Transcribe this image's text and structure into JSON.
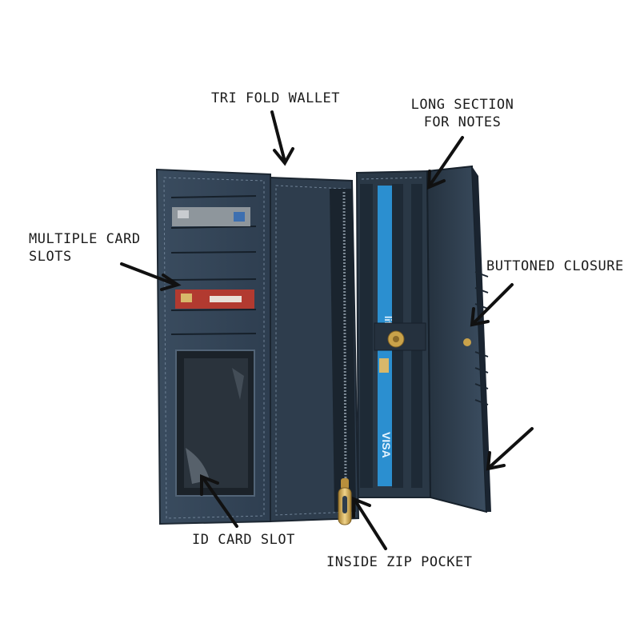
{
  "labels": {
    "tri_fold": "TRI FOLD WALLET",
    "long_section_1": "LONG SECTION",
    "long_section_2": "FOR NOTES",
    "multiple_card_1": "MULTIPLE CARD",
    "multiple_card_2": "SLOTS",
    "buttoned_closure": "BUTTONED CLOSURE",
    "id_card_slot": "ID CARD SLOT",
    "inside_zip": "INSIDE ZIP POCKET"
  },
  "card_text": {
    "life": "life",
    "visa": "VISA"
  },
  "colors": {
    "wallet_body": "#2b3a4a",
    "wallet_dark": "#1a2430",
    "stitch": "#6f8296",
    "card_blue": "#2b8fd0",
    "zip_gold": "#c9a24a",
    "arrow": "#111111"
  }
}
